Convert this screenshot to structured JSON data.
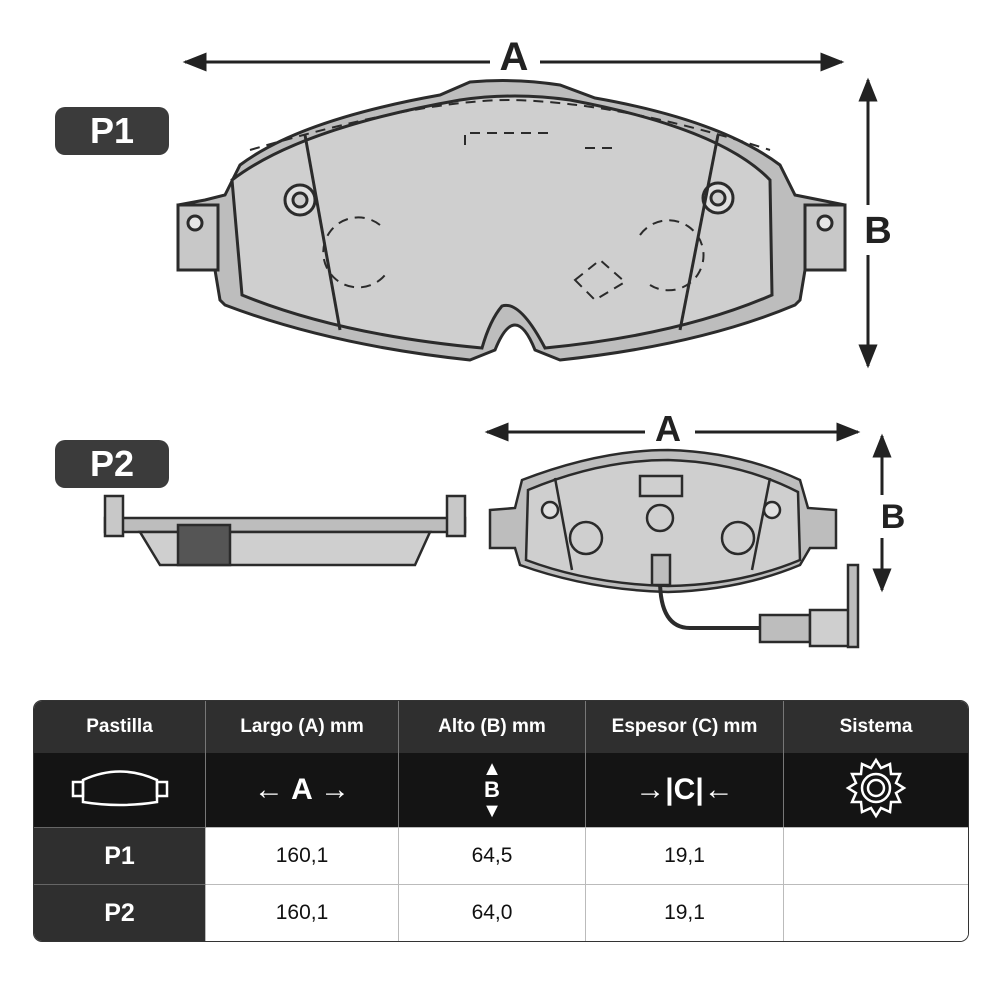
{
  "labels": {
    "p1": "P1",
    "p2": "P2",
    "dim_a": "A",
    "dim_b": "B"
  },
  "table": {
    "headers": [
      "Pastilla",
      "Largo (A) mm",
      "Alto (B) mm",
      "Espesor (C) mm",
      "Sistema"
    ],
    "icons": [
      "brake-pad-icon",
      "width-arrows-icon",
      "height-arrows-icon",
      "thickness-arrows-icon",
      "gear-icon"
    ],
    "icon_letters": {
      "a": "A",
      "b": "B",
      "c": "C"
    },
    "rows": [
      {
        "name": "P1",
        "largo": "160,1",
        "alto": "64,5",
        "espesor": "19,1",
        "sistema": ""
      },
      {
        "name": "P2",
        "largo": "160,1",
        "alto": "64,0",
        "espesor": "19,1",
        "sistema": ""
      }
    ]
  },
  "colors": {
    "pad_fill": "#cfcfcf",
    "outline": "#2b2b2b",
    "header_bg": "#2f2f2f",
    "icon_bg": "#141414"
  }
}
